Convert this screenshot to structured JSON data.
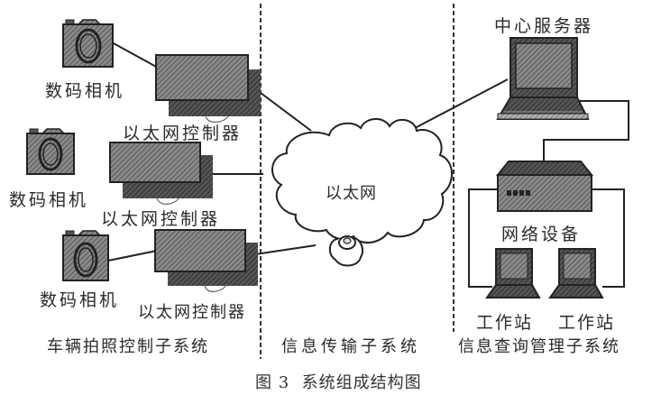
{
  "figure": {
    "caption_number": "图 3",
    "caption_title": "系统组成结构图"
  },
  "subsystems": {
    "left": "车辆拍照控制子系统",
    "middle": "信息传输子系统",
    "right": "信息查询管理子系统"
  },
  "left_nodes": [
    {
      "camera_label": "数码相机",
      "controller_label": "以太网控制器"
    },
    {
      "camera_label": "数码相机",
      "controller_label": "以太网控制器"
    },
    {
      "camera_label": "数码相机",
      "controller_label": "以太网控制器"
    }
  ],
  "network": {
    "cloud_label": "以太网"
  },
  "right_nodes": {
    "server_label": "中心服务器",
    "network_device_label": "网络设备",
    "workstation_labels": [
      "工作站",
      "工作站"
    ]
  }
}
